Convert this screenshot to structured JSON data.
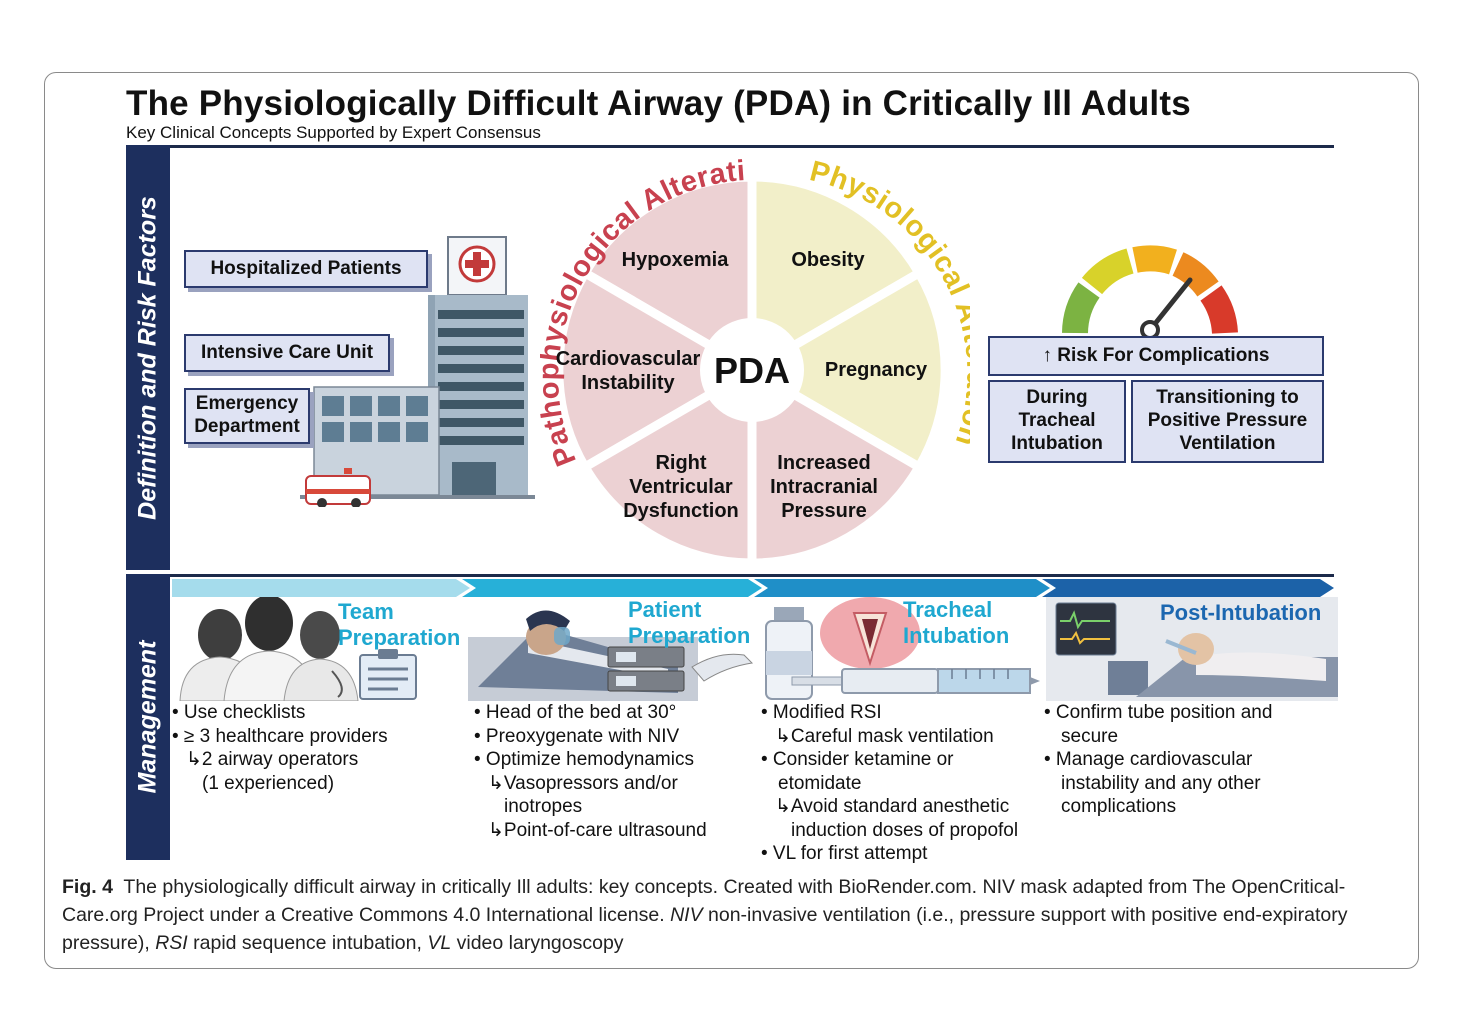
{
  "header": {
    "title": "The Physiologically Difficult Airway (PDA) in Critically Ill Adults",
    "subtitle": "Key Clinical Concepts Supported by Expert Consensus"
  },
  "definition_band": {
    "label": "Definition and Risk Factors"
  },
  "management_band": {
    "label": "Management"
  },
  "settings": {
    "hospitalized": "Hospitalized Patients",
    "icu": "Intensive Care Unit",
    "ed_line1": "Emergency",
    "ed_line2": "Department"
  },
  "wheel": {
    "center": "PDA",
    "left_arc": "Pathophysiological Alterations",
    "right_arc": "Physiological Alterations",
    "segments": {
      "hypoxemia": "Hypoxemia",
      "cardio_line1": "Cardiovascular",
      "cardio_line2": "Instability",
      "rv_line1": "Right",
      "rv_line2": "Ventricular",
      "rv_line3": "Dysfunction",
      "obesity": "Obesity",
      "pregnancy": "Pregnancy",
      "icp_line1": "Increased",
      "icp_line2": "Intracranial",
      "icp_line3": "Pressure"
    },
    "colors": {
      "patho": "#ecd1d3",
      "physio": "#f2efc9",
      "patho_text": "#c8414f",
      "physio_text": "#e2c024"
    }
  },
  "risk": {
    "header": "↑ Risk For Complications",
    "during_line1": "During",
    "during_line2": "Tracheal",
    "during_line3": "Intubation",
    "trans_line1": "Transitioning to",
    "trans_line2": "Positive Pressure",
    "trans_line3": "Ventilation",
    "gauge_colors": [
      "#7cb342",
      "#d8d22a",
      "#f2b01e",
      "#ec8a1f",
      "#d83a2a"
    ]
  },
  "stages": [
    {
      "title_line1": "Team",
      "title_line2": "Preparation",
      "bullets": [
        "• Use checklists",
        "• ≥ 3 healthcare providers",
        "↳2 airway operators",
        "(1 experienced)"
      ]
    },
    {
      "title_line1": "Patient",
      "title_line2": "Preparation",
      "bullets": [
        "• Head of the bed at 30°",
        "• Preoxygenate with NIV",
        "• Optimize hemodynamics",
        "↳Vasopressors and/or",
        "inotropes",
        "↳Point-of-care ultrasound"
      ]
    },
    {
      "title_line1": "Tracheal",
      "title_line2": "Intubation",
      "bullets": [
        "• Modified RSI",
        "↳Careful mask ventilation",
        "• Consider ketamine or",
        "etomidate",
        "↳Avoid standard anesthetic",
        "induction doses of propofol",
        "• VL for first attempt"
      ]
    },
    {
      "title_line1": "Post-Intubation",
      "bullets": [
        "• Confirm tube position and",
        "secure",
        "• Manage cardiovascular",
        "instability and any other",
        "complications"
      ]
    }
  ],
  "caption": {
    "fig_label": "Fig. 4",
    "text1": "The physiologically difficult airway in critically Ill adults: key concepts. Created with BioRender.com. NIV mask adapted from The OpenCritical-Care.org Project under a Creative Commons 4.0 International license.",
    "abbr1": "NIV",
    "def1": "non-invasive ventilation (i.e., pressure support with positive end-expiratory pressure),",
    "abbr2": "RSI",
    "def2": "rapid sequence intubation,",
    "abbr3": "VL",
    "def3": "video laryngoscopy"
  }
}
